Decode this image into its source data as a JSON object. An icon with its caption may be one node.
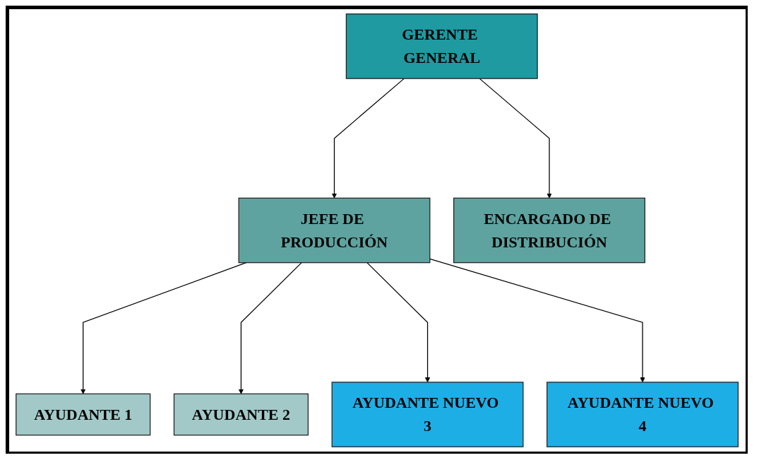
{
  "diagram": {
    "nodes": [
      {
        "text": [
          "GERENTE GENERAL"
        ]
      },
      {
        "text": [
          "JEFE DE PRODUCCIÓN"
        ]
      },
      {
        "text": [
          "ENCARGADO DE DISTRIBUCIÓN"
        ]
      },
      {
        "text": [
          "AYUDANTE 1"
        ]
      },
      {
        "text": [
          "AYUDANTE 2"
        ]
      },
      {
        "text": [
          "AYUDANTE NUEVO 3"
        ]
      },
      {
        "text": [
          "AYUDANTE NUEVO 4"
        ]
      }
    ],
    "edges": [
      {
        "from": 0,
        "to": 1,
        "arrow": "to"
      },
      {
        "from": 0,
        "to": 2,
        "arrow": "to"
      },
      {
        "from": 1,
        "to": 3,
        "arrow": "to"
      },
      {
        "from": 1,
        "to": 4,
        "arrow": "to"
      },
      {
        "from": 1,
        "to": 5,
        "arrow": "to"
      },
      {
        "from": 1,
        "to": 6,
        "arrow": "to"
      }
    ]
  }
}
